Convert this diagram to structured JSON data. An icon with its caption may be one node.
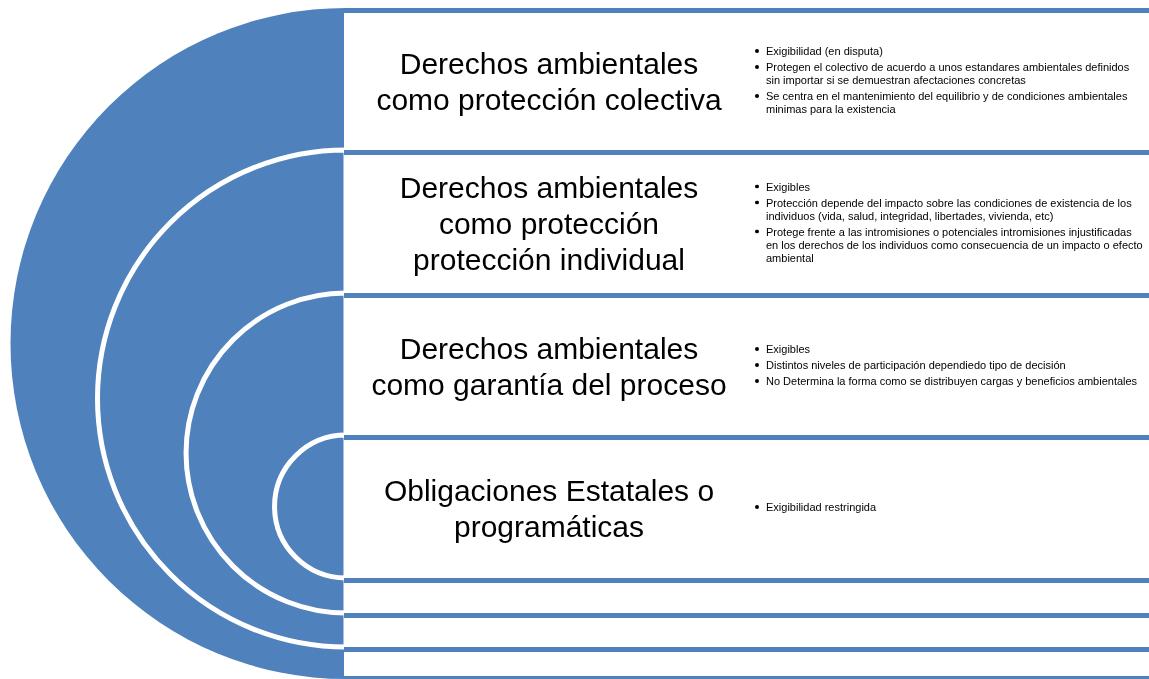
{
  "diagram": {
    "nodes": [
      {
        "text": [
          "Derechos ambientales como protección colectiva",
          "Exigibilidad (en disputa)",
          "Protegen el colectivo de acuerdo a unos estandares ambientales definidos  sin importar si se demuestran afectaciones concretas",
          "Se centra en el mantenimiento del equilibrio y de condiciones ambientales minimas para la existencia"
        ]
      },
      {
        "text": [
          "Derechos ambientales como protección protección individual",
          "Exigibles",
          "Protección depende del impacto sobre las condiciones de existencia de los individuos (vida, salud, integridad, libertades, vivienda, etc)",
          "Protege frente a las intromisiones o potenciales intromisiones injustificadas en los derechos de los individuos como consecuencia de un impacto o efecto ambiental"
        ]
      },
      {
        "text": [
          "Derechos ambientales como garantía del proceso",
          "Exigibles",
          "Distintos niveles de participación dependiedo tipo de decisión",
          "No Determina la forma como se distribuyen cargas y beneficios ambientales"
        ]
      },
      {
        "text": [
          "Obligaciones Estatales o programáticas",
          "Exigibilidad restringida"
        ]
      },
      {
        "text": [],
        "shape": "box"
      },
      {
        "text": [],
        "shape": "box"
      },
      {
        "text": [],
        "shape": "box"
      }
    ]
  }
}
